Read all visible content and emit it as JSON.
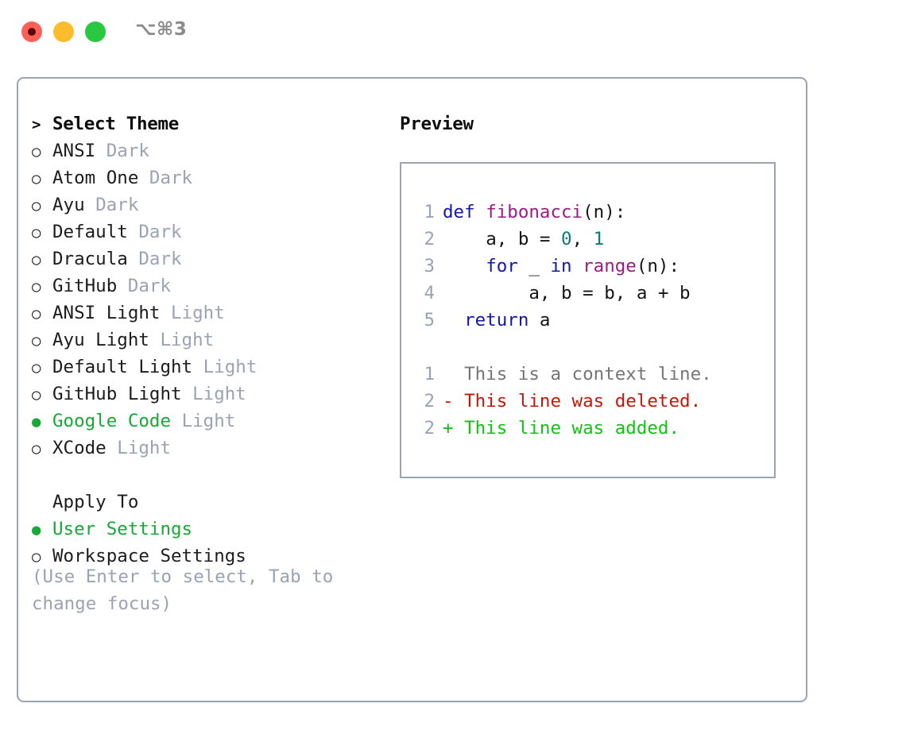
{
  "window": {
    "shortcut": "⌥⌘3",
    "traffic_lights": [
      {
        "name": "close",
        "color": "#ff6159"
      },
      {
        "name": "minimize",
        "color": "#ffbd2e"
      },
      {
        "name": "maximize",
        "color": "#28c840"
      }
    ]
  },
  "theme_list": {
    "header": {
      "caret": ">",
      "label": "Select Theme"
    },
    "items": [
      {
        "marker": "○",
        "name": "ANSI",
        "suffix": "Dark",
        "selected": false
      },
      {
        "marker": "○",
        "name": "Atom One",
        "suffix": "Dark",
        "selected": false
      },
      {
        "marker": "○",
        "name": "Ayu",
        "suffix": "Dark",
        "selected": false
      },
      {
        "marker": "○",
        "name": "Default",
        "suffix": "Dark",
        "selected": false
      },
      {
        "marker": "○",
        "name": "Dracula",
        "suffix": "Dark",
        "selected": false
      },
      {
        "marker": "○",
        "name": "GitHub",
        "suffix": "Dark",
        "selected": false
      },
      {
        "marker": "○",
        "name": "ANSI Light",
        "suffix": "Light",
        "selected": false
      },
      {
        "marker": "○",
        "name": "Ayu Light",
        "suffix": "Light",
        "selected": false
      },
      {
        "marker": "○",
        "name": "Default Light",
        "suffix": "Light",
        "selected": false
      },
      {
        "marker": "○",
        "name": "GitHub Light",
        "suffix": "Light",
        "selected": false
      },
      {
        "marker": "●",
        "name": "Google Code",
        "suffix": "Light",
        "selected": true
      },
      {
        "marker": "○",
        "name": "XCode",
        "suffix": "Light",
        "selected": false
      }
    ]
  },
  "apply_to": {
    "label": "Apply To",
    "items": [
      {
        "marker": "●",
        "name": "User Settings",
        "selected": true
      },
      {
        "marker": "○",
        "name": "Workspace Settings",
        "selected": false
      }
    ]
  },
  "hint": "(Use Enter to select, Tab to\nchange focus)",
  "preview": {
    "title": "Preview",
    "code_lines": [
      {
        "no": "1",
        "indent": "",
        "tokens": [
          {
            "t": "def",
            "c": "kw"
          },
          {
            "t": " ",
            "c": "plain"
          },
          {
            "t": "fibonacci",
            "c": "fn"
          },
          {
            "t": "(n):",
            "c": "plain"
          }
        ]
      },
      {
        "no": "2",
        "indent": "    ",
        "tokens": [
          {
            "t": "a, b = ",
            "c": "plain"
          },
          {
            "t": "0",
            "c": "num"
          },
          {
            "t": ", ",
            "c": "plain"
          },
          {
            "t": "1",
            "c": "num"
          }
        ]
      },
      {
        "no": "3",
        "indent": "    ",
        "tokens": [
          {
            "t": "for",
            "c": "kw"
          },
          {
            "t": " _ ",
            "c": "plain"
          },
          {
            "t": "in",
            "c": "kw"
          },
          {
            "t": " ",
            "c": "plain"
          },
          {
            "t": "range",
            "c": "fn"
          },
          {
            "t": "(n):",
            "c": "plain"
          }
        ]
      },
      {
        "no": "4",
        "indent": "        ",
        "tokens": [
          {
            "t": "a, b = b, a + b",
            "c": "plain"
          }
        ]
      },
      {
        "no": "5",
        "indent": "  ",
        "tokens": [
          {
            "t": "return",
            "c": "kw"
          },
          {
            "t": " a",
            "c": "plain"
          }
        ]
      }
    ],
    "diff_lines": [
      {
        "no": "1",
        "sign": " ",
        "text": "This is a context line.",
        "kind": "ctx"
      },
      {
        "no": "2",
        "sign": "-",
        "text": "This line was deleted.",
        "kind": "del"
      },
      {
        "no": "2",
        "sign": "+",
        "text": "This line was added.",
        "kind": "add"
      }
    ]
  },
  "colors": {
    "accent_green": "#17a838",
    "muted": "#9aa3b3",
    "border": "#9aa5b4",
    "keyword": "#1517a8",
    "function": "#9c1a84",
    "number": "#0a7a7a",
    "diff_context": "#757575",
    "diff_deleted": "#c21807",
    "diff_added": "#12c112"
  }
}
